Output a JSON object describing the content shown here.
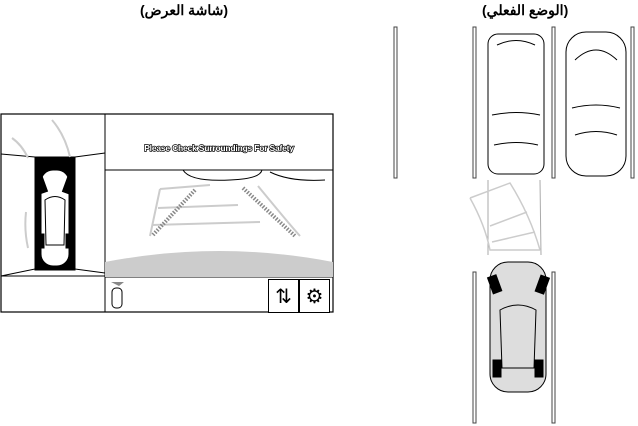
{
  "titles": {
    "display_screen": "(شاشة العرض)",
    "actual_position": "(الوضع الفعلي)"
  },
  "screen": {
    "message": "Please Check Surroundings For Safety",
    "buttons": [
      {
        "name": "camera-switch",
        "icon": "camera-switch-icon"
      },
      {
        "name": "settings",
        "icon": "gear-icon"
      }
    ]
  }
}
